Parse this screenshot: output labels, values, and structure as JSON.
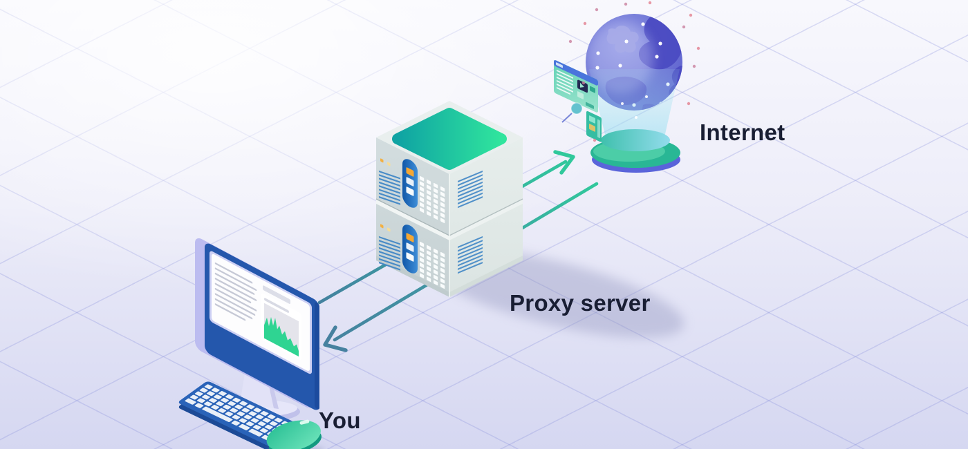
{
  "diagram": {
    "title_visible": false,
    "labels": {
      "user": "You",
      "proxy": "Proxy server",
      "internet": "Internet"
    },
    "nodes": [
      {
        "id": "user-computer",
        "label": "You",
        "icon": "desktop-computer-icon"
      },
      {
        "id": "proxy-server",
        "label": "Proxy server",
        "icon": "server-stack-icon"
      },
      {
        "id": "internet",
        "label": "Internet",
        "icon": "globe-hologram-icon"
      }
    ],
    "connections": [
      {
        "from": "user-computer",
        "to": "internet",
        "via": "proxy-server",
        "style": "arrow",
        "color_start": "#43819f",
        "color_end": "#31c89c"
      },
      {
        "from": "internet",
        "to": "user-computer",
        "via": "proxy-server",
        "style": "arrow",
        "color_start": "#31c89c",
        "color_end": "#43819f"
      }
    ],
    "colors": {
      "label_text": "#191e33",
      "accent_teal": "#2bd09d",
      "server_top_gradient": [
        "#0fa3a3",
        "#30e59d"
      ],
      "monitor_frame": "#2457ac",
      "monitor_side": "#bcbcf0",
      "screen_chart_green": "#2fd492",
      "keyboard_blue": "#2a63b8",
      "mouse_teal": "#27c498",
      "globe_primary": "#7077d6",
      "globe_continent": "#4b4bc2",
      "pedestal_teal": "#29b795",
      "pedestal_rim_blue": "#5a64da",
      "background_top": "#f8f8fd",
      "background_bottom": "#d5d7f1",
      "grid_line": "#7e86d8"
    }
  }
}
